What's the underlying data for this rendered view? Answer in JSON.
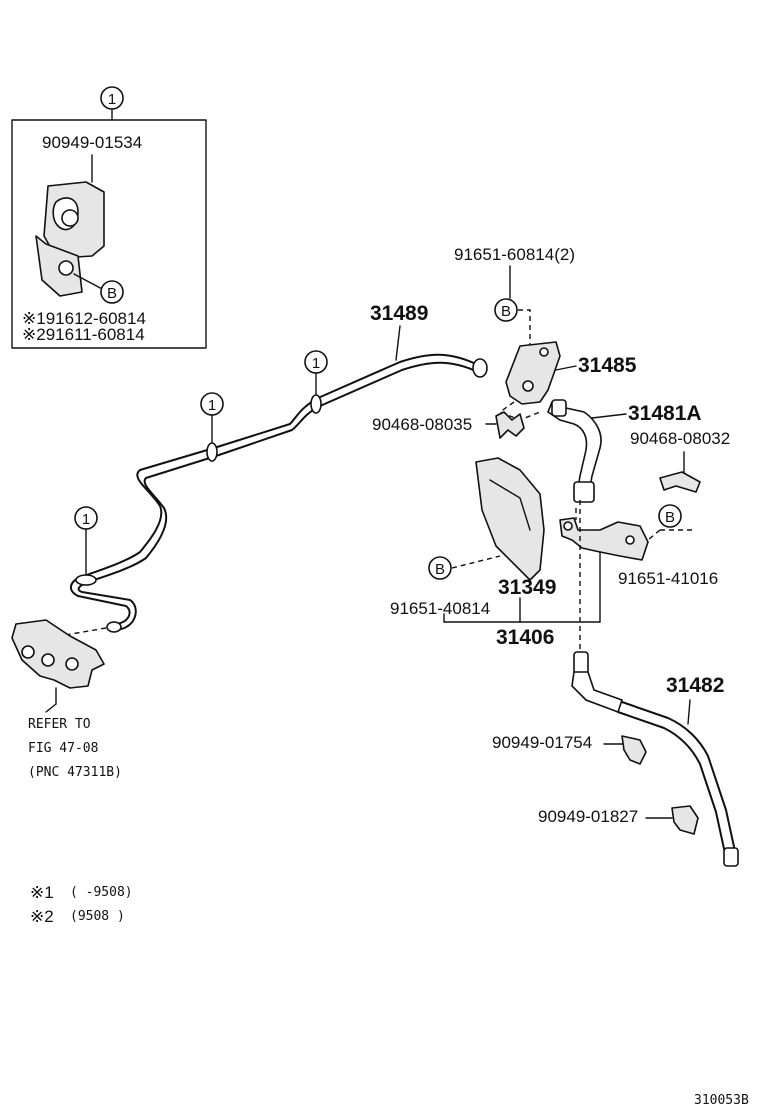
{
  "labels": {
    "inset_part": "90949-01534",
    "inset_note1": "※191612-60814",
    "inset_note2": "※291611-60814",
    "top_bolt": "91651-60814(2)",
    "pipe_main": "31489",
    "bracket_upper": "31485",
    "clamp_left": "90468-08035",
    "hose_upper": "31481A",
    "clamp_right": "90468-08032",
    "bolt_right": "91651-41016",
    "shield": "31349",
    "bolt_left": "91651-40814",
    "assembly": "31406",
    "hose_lower": "31482",
    "clip_upper": "90949-01754",
    "clip_lower": "90949-01827",
    "refer_line1": "REFER TO",
    "refer_line2": "FIG 47-08",
    "refer_line3": "(PNC 47311B)",
    "footnote1_mark": "※1",
    "footnote1_text": "(      -9508)",
    "footnote2_mark": "※2",
    "footnote2_text": "(9508      )",
    "figure_code": "310053B"
  },
  "markers": {
    "one": "1",
    "b": "B"
  }
}
